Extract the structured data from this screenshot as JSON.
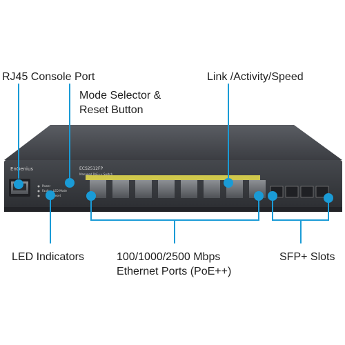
{
  "labels": {
    "console_port": "RJ45 Console Port",
    "mode_selector": "Mode Selector &\nReset Button",
    "link_activity": "Link /Activity/Speed",
    "led_indicators": "LED Indicators",
    "ethernet_ports": "100/1000/2500 Mbps\nEthernet Ports (PoE++)",
    "sfp_slots": "SFP+ Slots"
  },
  "device": {
    "brand": "EnGenius",
    "model": "ECS2512FP",
    "model_subtitle": "Managed PoE++ Switch",
    "led_labels": [
      "Power",
      "Fault",
      "LED Mode",
      "Reset"
    ]
  },
  "colors": {
    "accent": "#1a9bd6",
    "chassis": "#3e3f43",
    "panel": "#2f3034",
    "port_highlight": "#d8d04d",
    "text": "#1f1f1f"
  }
}
